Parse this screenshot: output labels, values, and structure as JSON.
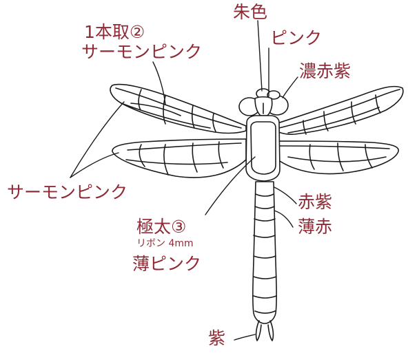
{
  "labels": {
    "wing_front": "1本取②",
    "wing_front_color": "サーモンピンク",
    "wing_side_color": "サーモンピンク",
    "head_top": "朱色",
    "head_mid": "ピンク",
    "eye": "濃赤紫",
    "body_upper": "赤紫",
    "body_lower": "薄赤",
    "thorax_weight": "極太③",
    "thorax_ribbon": "リボン 4mm",
    "thorax_color": "薄ピンク",
    "tail": "紫"
  },
  "colors": {
    "label": "#8e2a35",
    "outline": "#1a1a1a"
  }
}
